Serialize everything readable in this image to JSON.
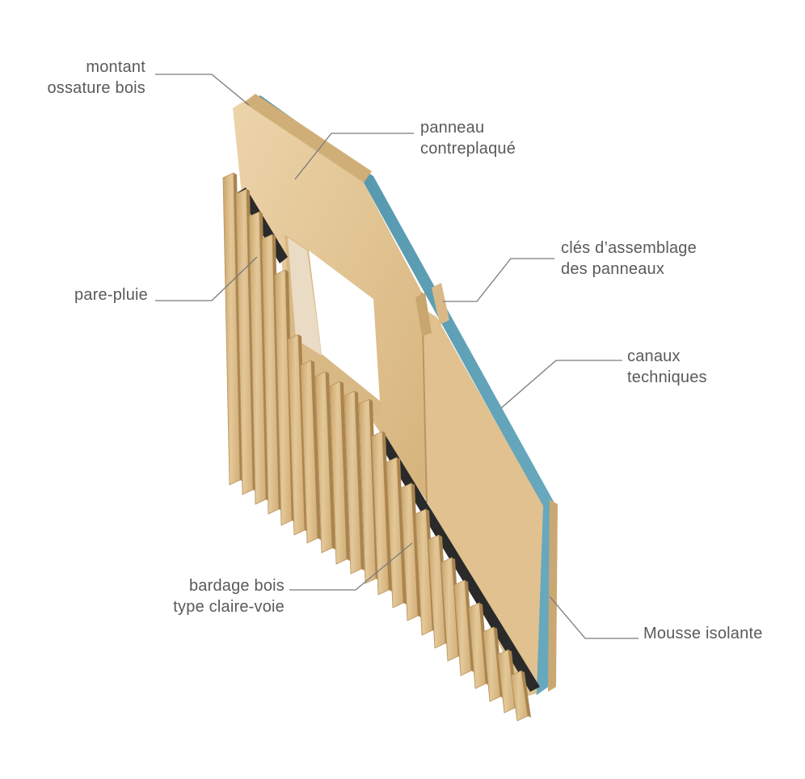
{
  "labels": {
    "montant": [
      "montant",
      "ossature bois"
    ],
    "panneau": [
      "panneau",
      "contreplaqué"
    ],
    "cles": [
      "clés d’assemblage",
      "des panneaux"
    ],
    "pare_pluie": [
      "pare-pluie"
    ],
    "canaux": [
      "canaux",
      "techniques"
    ],
    "bardage": [
      "bardage bois",
      "type claire-voie"
    ],
    "mousse": [
      "Mousse isolante"
    ]
  },
  "colors": {
    "wood_light": "#e8cda0",
    "wood_mid": "#d8b680",
    "wood_dark": "#b8945e",
    "insulation": "#5a9db3",
    "membrane": "#2a2a2a",
    "leader_line": "#7a7a7a",
    "label_text": "#5a5a5a"
  }
}
